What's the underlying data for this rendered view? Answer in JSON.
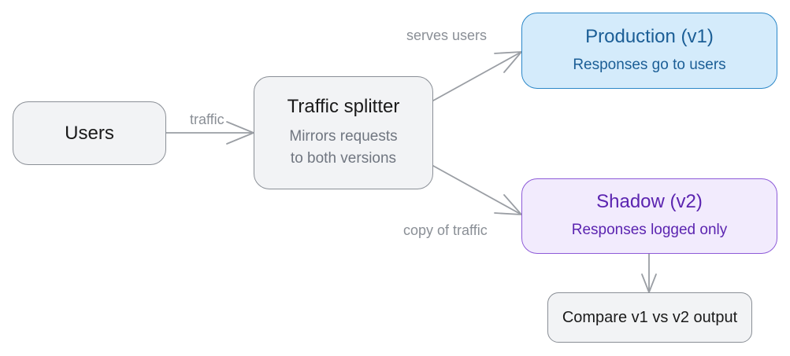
{
  "nodes": {
    "users": {
      "title": "Users"
    },
    "splitter": {
      "title": "Traffic splitter",
      "subtitle_line1": "Mirrors requests",
      "subtitle_line2": "to both versions"
    },
    "production": {
      "title": "Production (v1)",
      "subtitle": "Responses go to users"
    },
    "shadow": {
      "title": "Shadow (v2)",
      "subtitle": "Responses logged only"
    },
    "compare": {
      "title": "Compare v1 vs v2 output"
    }
  },
  "edges": {
    "traffic": "traffic",
    "serves_users": "serves users",
    "copy_of_traffic": "copy of traffic"
  },
  "colors": {
    "node_border": "#8a8f96",
    "production_border": "#2b87c8",
    "production_fill": "#d4ebfb",
    "shadow_border": "#8d5ad8",
    "shadow_fill": "#f2ebfd",
    "edge": "#9a9ea4"
  }
}
